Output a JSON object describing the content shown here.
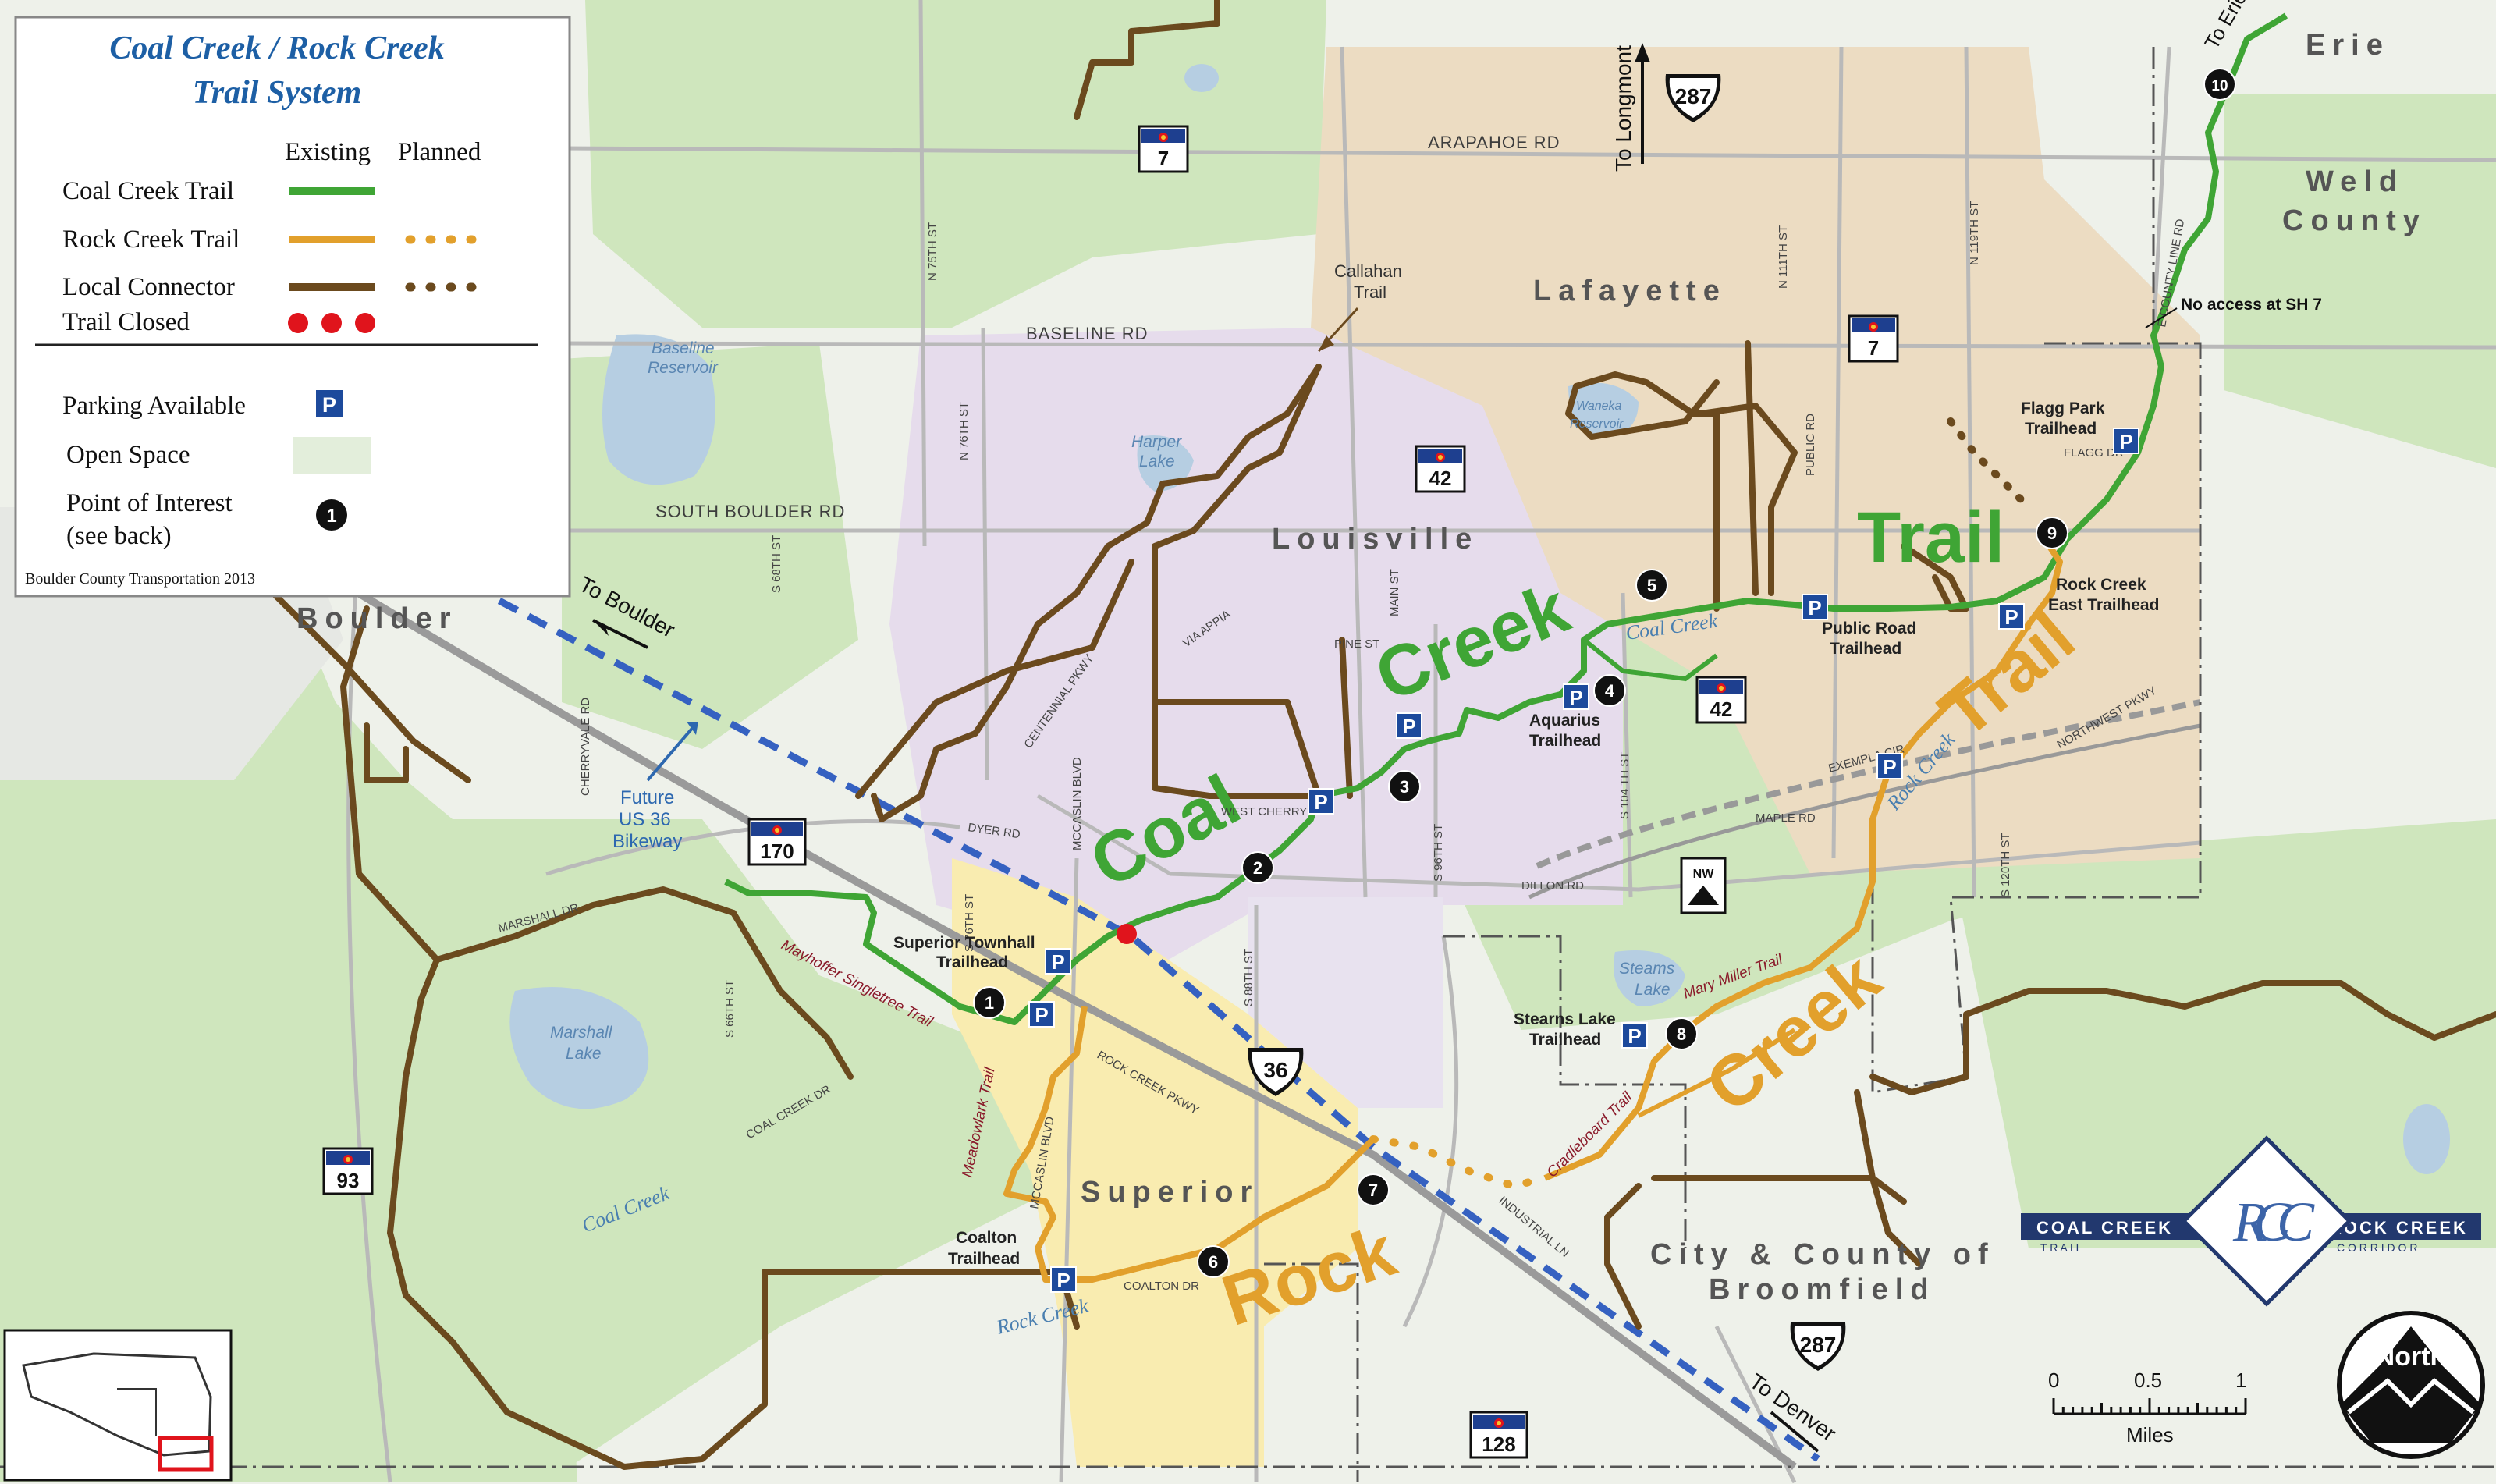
{
  "legend": {
    "title_line1": "Coal Creek / Rock Creek",
    "title_line2": "Trail System",
    "col_existing": "Existing",
    "col_planned": "Planned",
    "rows": [
      {
        "label": "Coal Creek Trail",
        "color": "#3fa535"
      },
      {
        "label": "Rock Creek Trail",
        "color": "#e2a02c"
      },
      {
        "label": "Local Connector",
        "color": "#6b4a1e"
      },
      {
        "label": "Trail Closed",
        "color": "#e0141c"
      }
    ],
    "parking_label": "Parking Available",
    "parking_icon": "P",
    "openspace_label": "Open Space",
    "poi_label_line1": "Point of Interest",
    "poi_label_line2": "(see back)",
    "poi_icon": "1",
    "credit": "Boulder County Transportation 2013"
  },
  "towns": {
    "boulder": "Boulder",
    "louisville": "Louisville",
    "lafayette": "Lafayette",
    "superior": "Superior",
    "erie": "Erie",
    "weld1": "Weld",
    "weld2": "County",
    "broomfield1": "City & County of",
    "broomfield2": "Broomfield"
  },
  "roads": {
    "arapahoe": "ARAPAHOE RD",
    "baseline": "BASELINE RD",
    "south_boulder": "SOUTH BOULDER RD",
    "n75": "N 75TH ST",
    "n76": "N 76TH ST",
    "s68": "S 68TH ST",
    "s66": "S 66TH ST",
    "cherryvale": "CHERRYVALE RD",
    "marshall": "MARSHALL DR",
    "dyer": "DYER RD",
    "mccaslin": "MCCASLIN BLVD",
    "mccaslin2": "MCCASLIN BLVD",
    "centennial": "CENTENNIAL PKWY",
    "via_appia": "VIA APPIA",
    "pine": "PINE ST",
    "main": "MAIN ST",
    "west_cherry": "WEST CHERRY ST",
    "s96": "S 96TH ST",
    "s104": "S 104 TH ST",
    "dillon": "DILLON RD",
    "s88": "S 88TH ST",
    "s76": "S 76TH ST",
    "rock_creek_pkwy": "ROCK CREEK PKWY",
    "coalton": "COALTON DR",
    "coal_creek_dr": "COAL CREEK DR",
    "industrial": "INDUSTRIAL LN",
    "public": "PUBLIC RD",
    "n111": "N 111TH ST",
    "n119": "N 119TH ST",
    "county_line": "E COUNTY LINE RD",
    "flagg": "FLAGG DR",
    "exempla": "EXEMPLA CIR",
    "maple": "MAPLE RD",
    "s120": "S 120TH ST",
    "northwest": "NORTHWEST PKWY"
  },
  "water": {
    "baseline_res1": "Baseline",
    "baseline_res2": "Reservoir",
    "harper1": "Harper",
    "harper2": "Lake",
    "marshall1": "Marshall",
    "marshall2": "Lake",
    "steams1": "Steams",
    "steams2": "Lake",
    "waneka1": "Waneka",
    "waneka2": "Reservoir"
  },
  "creeks": {
    "coal1": "Coal Creek",
    "coal2": "Coal Creek",
    "rock1": "Rock Creek",
    "rock2": "Rock Creek"
  },
  "trail_labels": {
    "coal": "Coal",
    "creek_green": "Creek",
    "trail_green": "Trail",
    "rock": "Rock",
    "creek_orange": "Creek",
    "trail_orange": "Trail"
  },
  "sub_trails": {
    "mayhoffer": "Mayhoffer Singletree Trail",
    "meadowlark": "Meadowlark Trail",
    "mary_miller": "Mary Miller Trail",
    "cradleboard": "Cradleboard Trail"
  },
  "trailheads": {
    "superior_townhall1": "Superior Townhall",
    "superior_townhall2": "Trailhead",
    "coalton1": "Coalton",
    "coalton2": "Trailhead",
    "aquarius1": "Aquarius",
    "aquarius2": "Trailhead",
    "public_road1": "Public Road",
    "public_road2": "Trailhead",
    "flagg1": "Flagg Park",
    "flagg2": "Trailhead",
    "rock_east1": "Rock Creek",
    "rock_east2": "East Trailhead",
    "stearns1": "Stearns Lake",
    "stearns2": "Trailhead"
  },
  "annotations": {
    "callahan1": "Callahan",
    "callahan2": "Trail",
    "to_boulder": "To Boulder",
    "to_longmont": "To Longmont",
    "to_erie": "To Erie",
    "to_denver": "To Denver",
    "future1": "Future",
    "future2": "US 36",
    "future3": "Bikeway",
    "no_access": "No access at SH 7"
  },
  "pois": [
    "1",
    "2",
    "3",
    "4",
    "5",
    "6",
    "7",
    "8",
    "9",
    "10"
  ],
  "shields": {
    "sh7a": "7",
    "sh7b": "7",
    "sh42a": "42",
    "sh42b": "42",
    "sh170": "170",
    "sh93": "93",
    "sh128": "128",
    "us287a": "287",
    "us287b": "287",
    "us36": "36",
    "nw": "NW"
  },
  "logo": {
    "left_text": "COAL CREEK",
    "left_sub": "T R A I L",
    "right_text": "ROCK CREEK",
    "right_sub": "C O R R I D O R",
    "monogram": "RCC"
  },
  "scale": {
    "t0": "0",
    "t1": "0.5",
    "t2": "1",
    "unit": "Miles"
  },
  "north": "North",
  "colors": {
    "green_trail": "#3fa535",
    "orange_trail": "#e2a02c",
    "brown_connector": "#6b4a1e",
    "closed": "#e0141c",
    "parking": "#1d4a9c",
    "open_space": "#cfe6bd",
    "water": "#b6cee2",
    "louisville_area": "#e6dcec",
    "lafayette_area": "#ecdcc2",
    "superior_area": "#f9ecb0",
    "bikeway": "#3561c1"
  }
}
